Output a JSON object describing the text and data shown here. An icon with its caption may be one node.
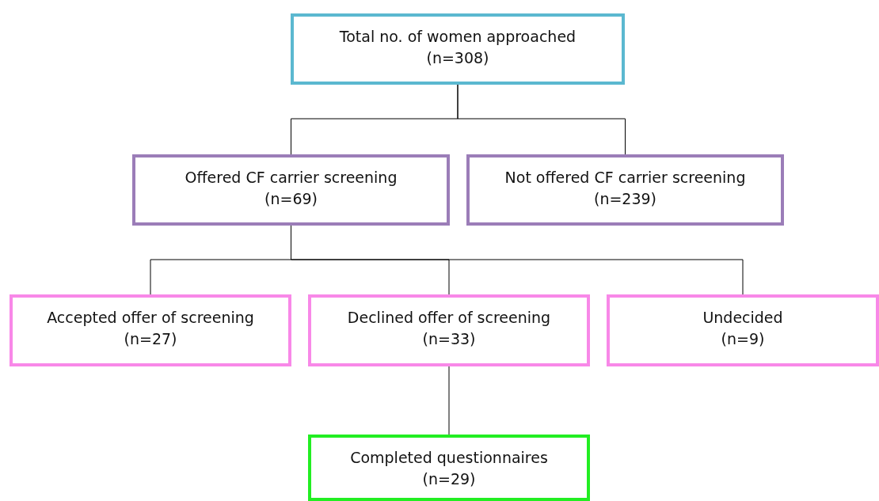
{
  "diagram": {
    "nodes": [
      {
        "text": [
          "Total no. of women approached",
          "(n=308)"
        ]
      },
      {
        "text": [
          "Offered CF carrier screening",
          "(n=69)"
        ]
      },
      {
        "text": [
          "Not offered CF carrier screening",
          "(n=239)"
        ]
      },
      {
        "text": [
          "Accepted offer of screening",
          "(n=27)"
        ]
      },
      {
        "text": [
          "Declined offer of screening",
          "(n=33)"
        ]
      },
      {
        "text": [
          "Undecided",
          "(n=9)"
        ]
      },
      {
        "text": [
          "Completed questionnaires",
          "(n=29)"
        ]
      }
    ],
    "edges": [
      {
        "from": 0,
        "to": 1,
        "arrow": "none"
      },
      {
        "from": 0,
        "to": 2,
        "arrow": "none"
      },
      {
        "from": 1,
        "to": 3,
        "arrow": "none"
      },
      {
        "from": 1,
        "to": 4,
        "arrow": "none"
      },
      {
        "from": 1,
        "to": 5,
        "arrow": "none"
      },
      {
        "from": 4,
        "to": 6,
        "arrow": "none"
      }
    ]
  }
}
